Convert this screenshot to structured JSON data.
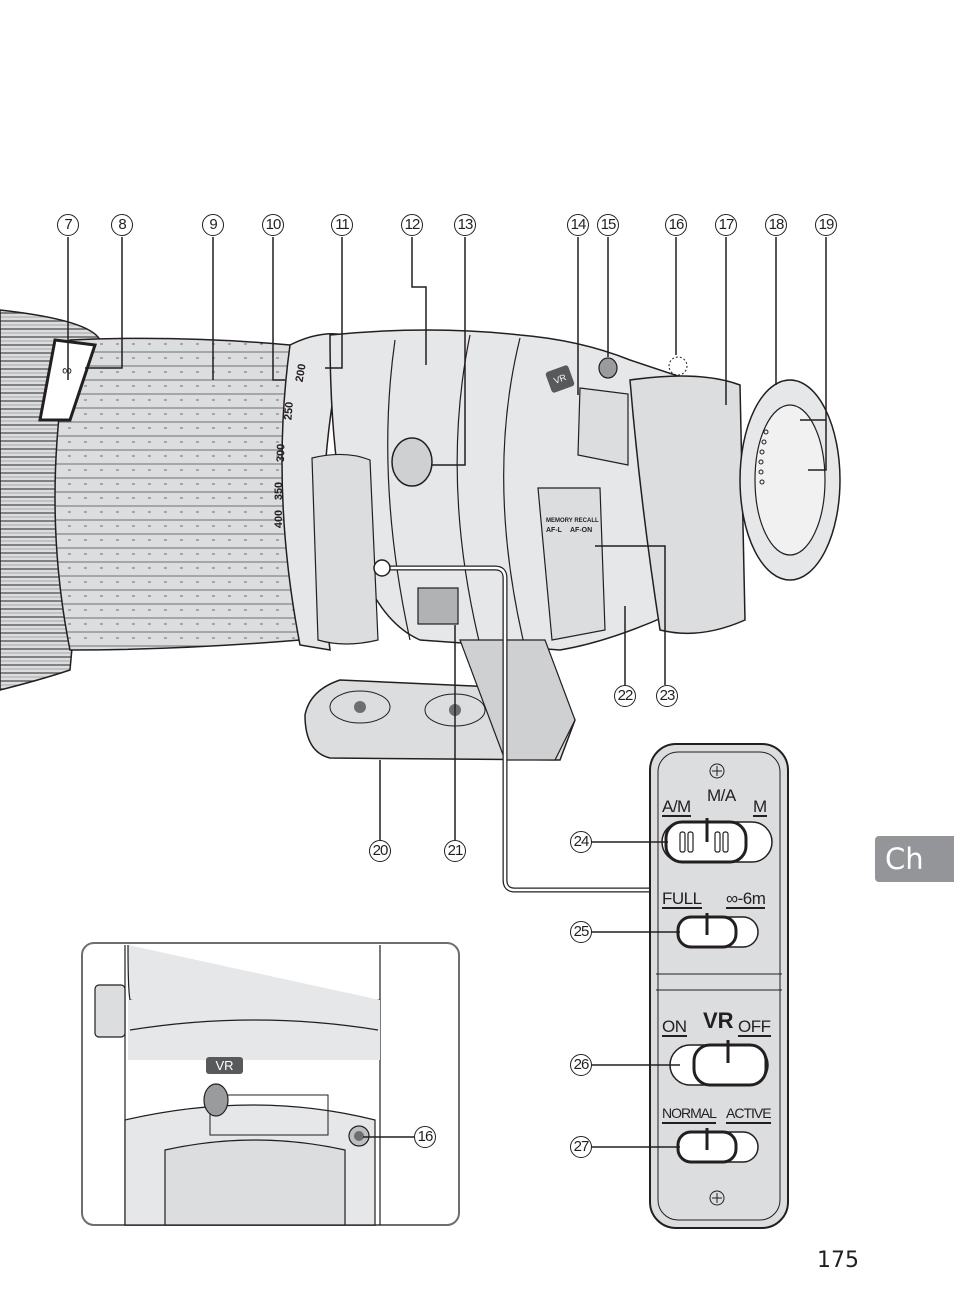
{
  "page": {
    "number": "175",
    "chapter_tab": "Ch",
    "accent_tab_color": "#939598"
  },
  "callouts_top": [
    "7",
    "8",
    "9",
    "10",
    "11",
    "12",
    "13",
    "14",
    "15",
    "16",
    "17",
    "18",
    "19"
  ],
  "callouts_lower": [
    "20",
    "21",
    "22",
    "23"
  ],
  "callouts_panel": [
    "24",
    "25",
    "26",
    "27"
  ],
  "inset": {
    "callout": "16",
    "vr_label": "VR"
  },
  "lens": {
    "focal_scale": [
      "200",
      "250",
      "300",
      "350",
      "400"
    ],
    "vr_label": "VR",
    "memory_recall": {
      "title": "MEMORY RECALL",
      "left": "AF-L",
      "right": "AF-ON"
    }
  },
  "switch_panel": {
    "focus_mode": {
      "left": "A/M",
      "center": "M/A",
      "right": "M"
    },
    "focus_limit": {
      "left": "FULL",
      "right": "∞-6m"
    },
    "vr": {
      "title": "VR",
      "left": "ON",
      "right": "OFF"
    },
    "vr_mode": {
      "left": "NORMAL",
      "right": "ACTIVE"
    }
  }
}
